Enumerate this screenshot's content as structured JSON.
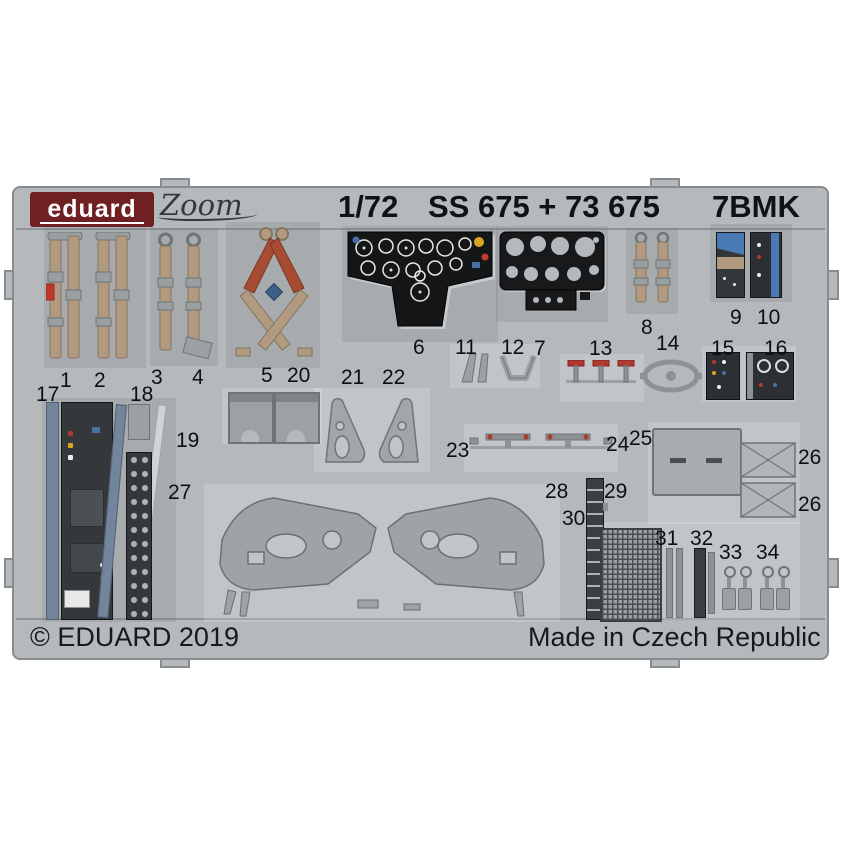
{
  "header": {
    "brand": "eduard",
    "sub_brand": "Zoom",
    "scale": "1/72",
    "product_codes": "SS 675 + 73 675",
    "variant": "7BMK"
  },
  "footer": {
    "copyright": "© EDUARD 2019",
    "origin": "Made in Czech Republic"
  },
  "colors": {
    "brand_red": "#6e2023",
    "fret_gray": "#b5b9bb",
    "belt_tan": "#b29a81",
    "harness_red": "#a84b33",
    "panel_black": "#17191b",
    "steel_blue": "#73859b",
    "accent_red": "#b03a30",
    "accent_blue": "#4a6fa5",
    "accent_yellow": "#d8a820"
  },
  "part_labels": {
    "p1": "1",
    "p2": "2",
    "p3": "3",
    "p4": "4",
    "p5": "5",
    "p6": "6",
    "p7": "7",
    "p8": "8",
    "p9": "9",
    "p10": "10",
    "p11": "11",
    "p12": "12",
    "p13": "13",
    "p14": "14",
    "p15": "15",
    "p16": "16",
    "p17": "17",
    "p18": "18",
    "p19": "19",
    "p20": "20",
    "p21": "21",
    "p22": "22",
    "p23": "23",
    "p24": "24",
    "p25": "25",
    "p26a": "26",
    "p26b": "26",
    "p27": "27",
    "p28": "28",
    "p29": "29",
    "p30": "30",
    "p31": "31",
    "p32": "32",
    "p33": "33",
    "p34": "34"
  }
}
